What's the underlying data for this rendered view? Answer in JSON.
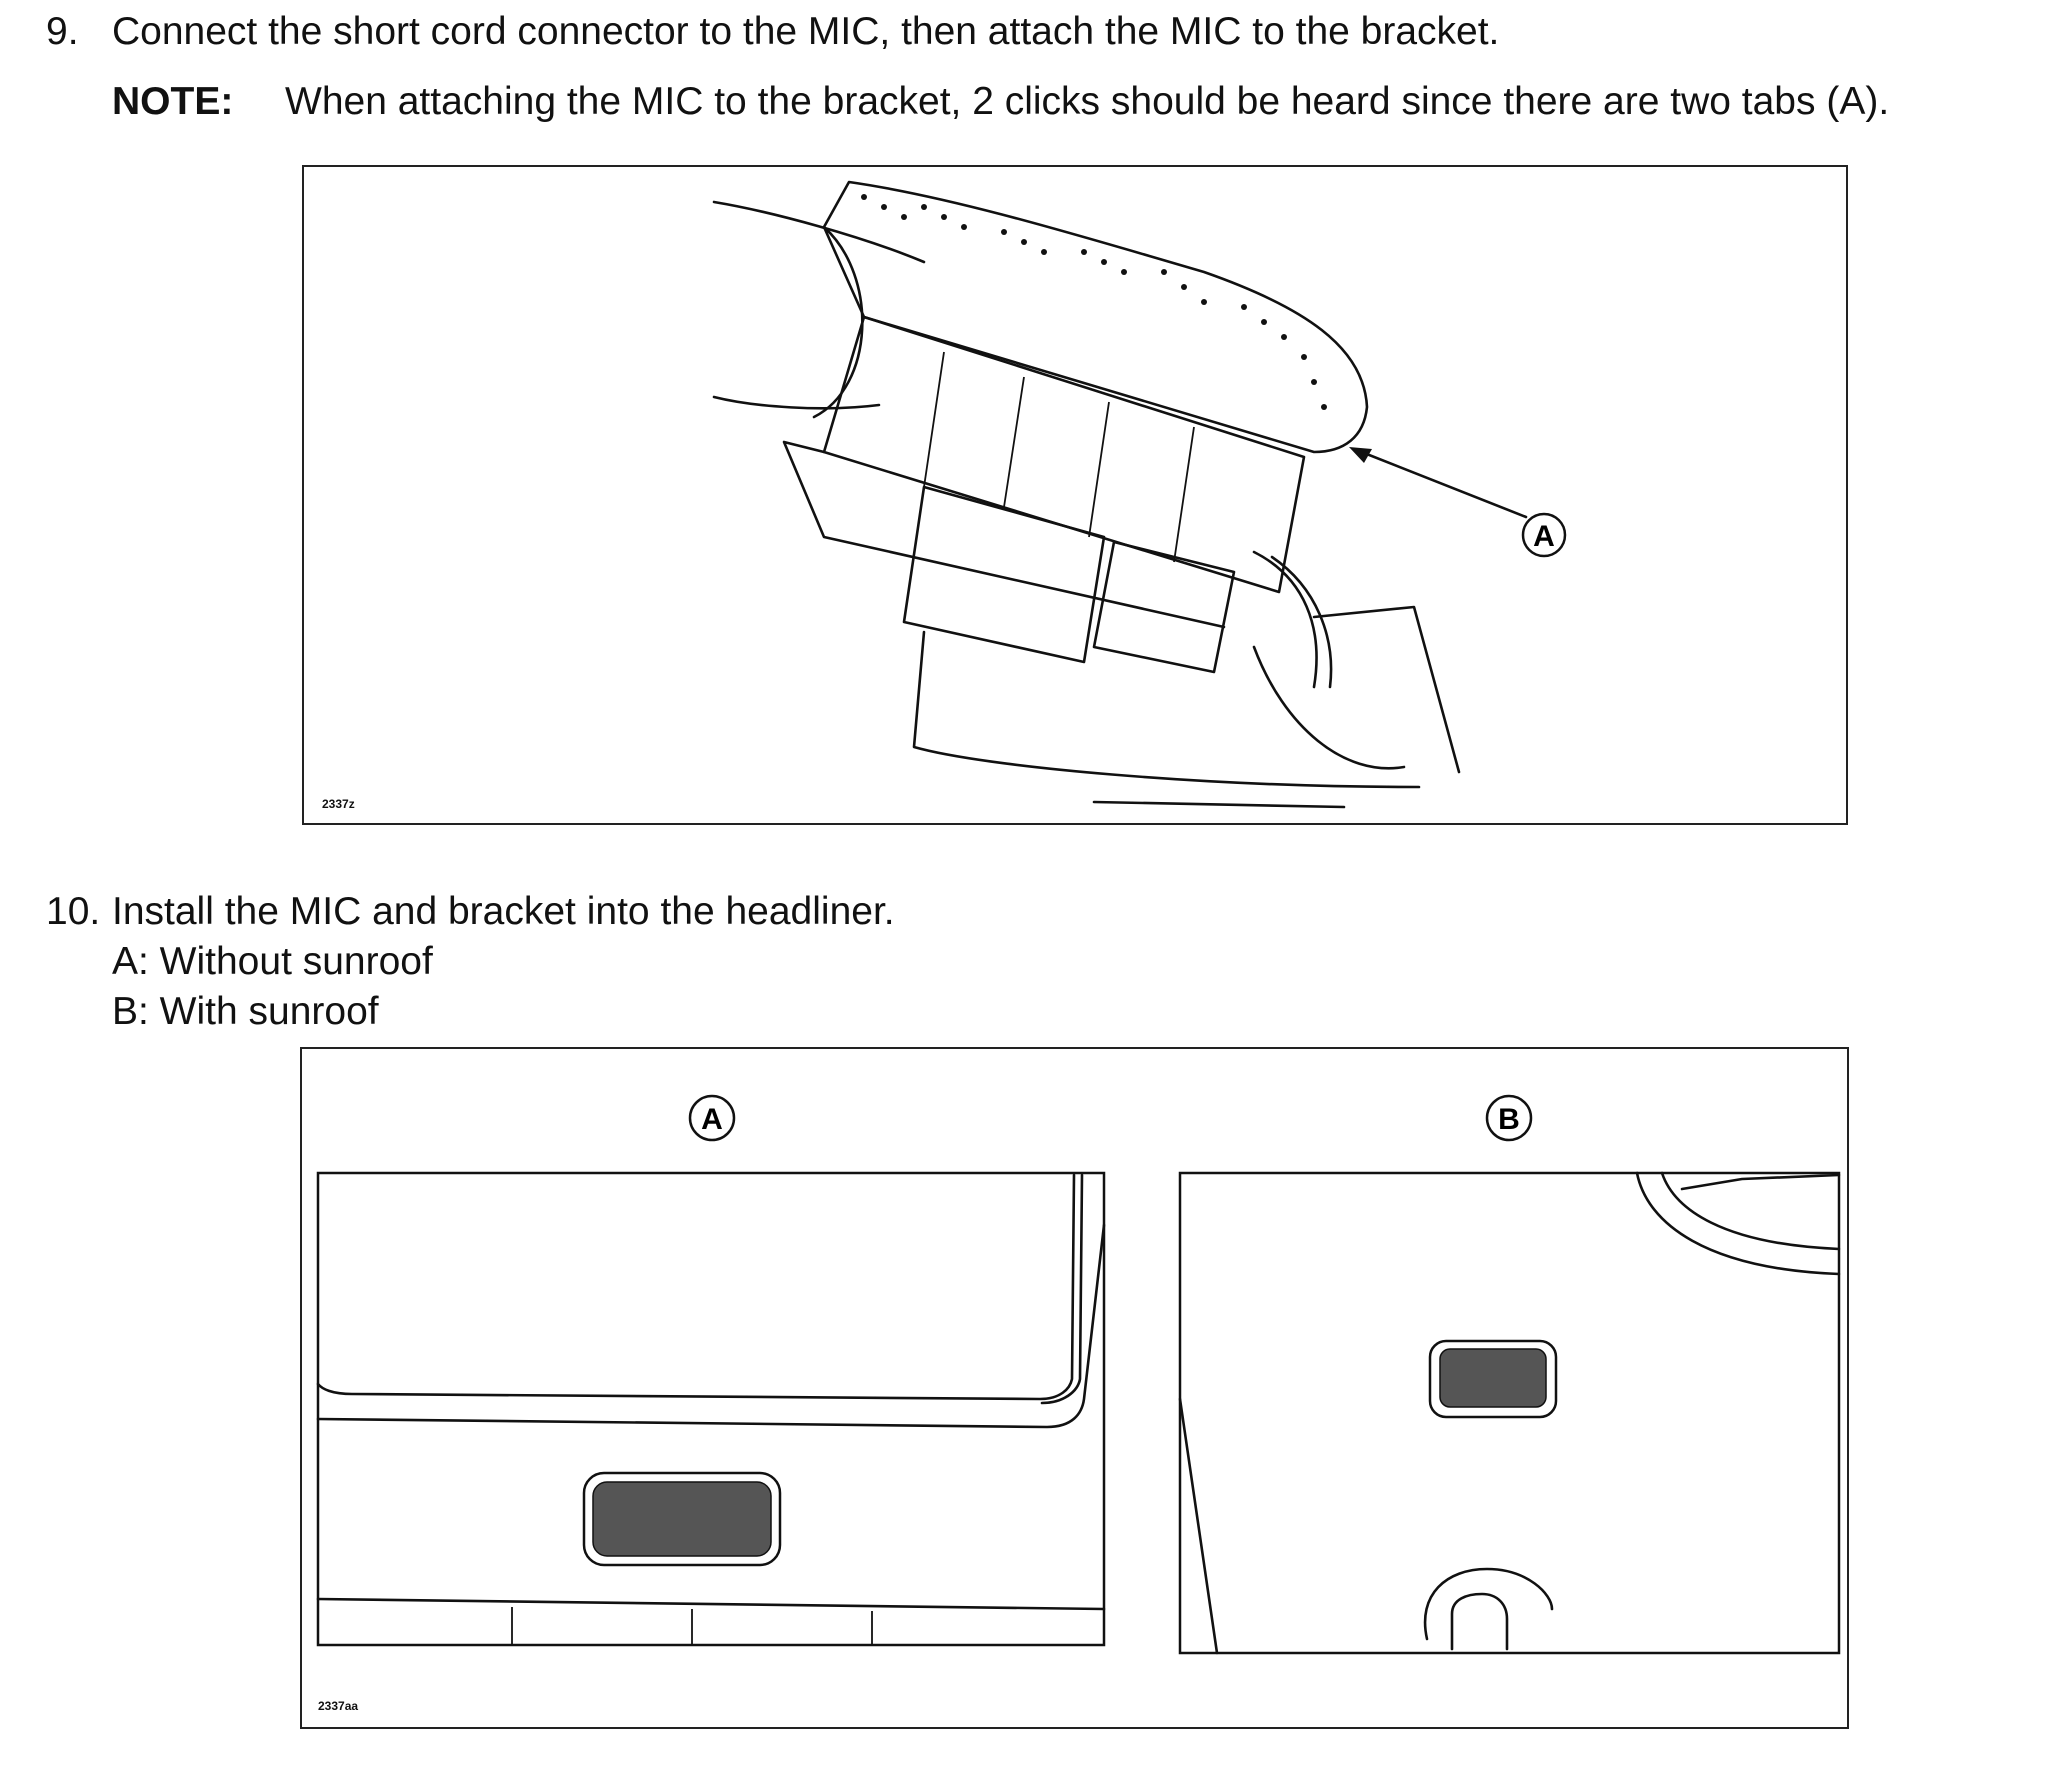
{
  "step9": {
    "number": "9.",
    "text": "Connect the short cord connector to the MIC, then attach the MIC to the bracket.",
    "note_label": "NOTE:",
    "note_text": "When attaching the MIC to the bracket, 2 clicks should be heard since there are two tabs (A).",
    "figure": {
      "code": "2337z",
      "callout": "A"
    }
  },
  "step10": {
    "number": "10.",
    "text": "Install the MIC and bracket into the headliner.",
    "sub_a": "A: Without sunroof",
    "sub_b": "B: With sunroof",
    "figure": {
      "code": "2337aa",
      "label_a": "A",
      "label_b": "B"
    }
  }
}
